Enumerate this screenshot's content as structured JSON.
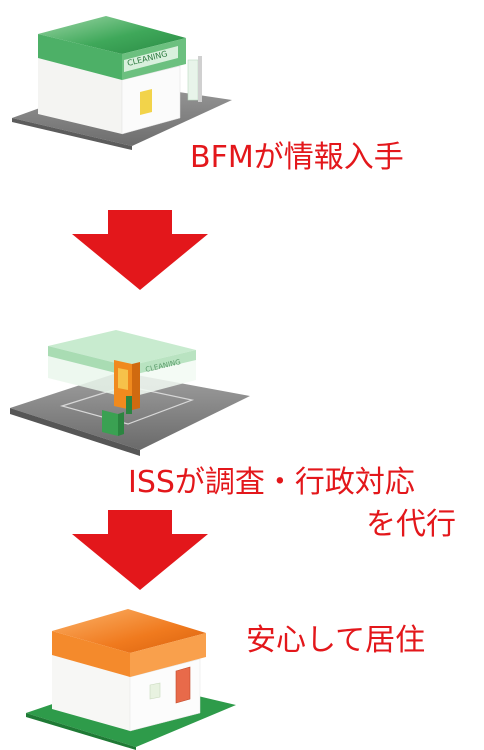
{
  "steps": [
    {
      "caption": "BFMが情報入手",
      "sign_text": "CLEANING"
    },
    {
      "caption_line1": "ISSが調査・行政対応",
      "caption_line2": "を代行",
      "sign_text": "CLEANING"
    },
    {
      "caption": "安心して居住"
    }
  ],
  "colors": {
    "caption": "#e3171b",
    "arrow": "#e3171b",
    "roof_green": "#3fa85a",
    "roof_orange": "#f07a1e",
    "ground_gray": "#8a8a8a",
    "ground_green": "#2e9b4a"
  }
}
